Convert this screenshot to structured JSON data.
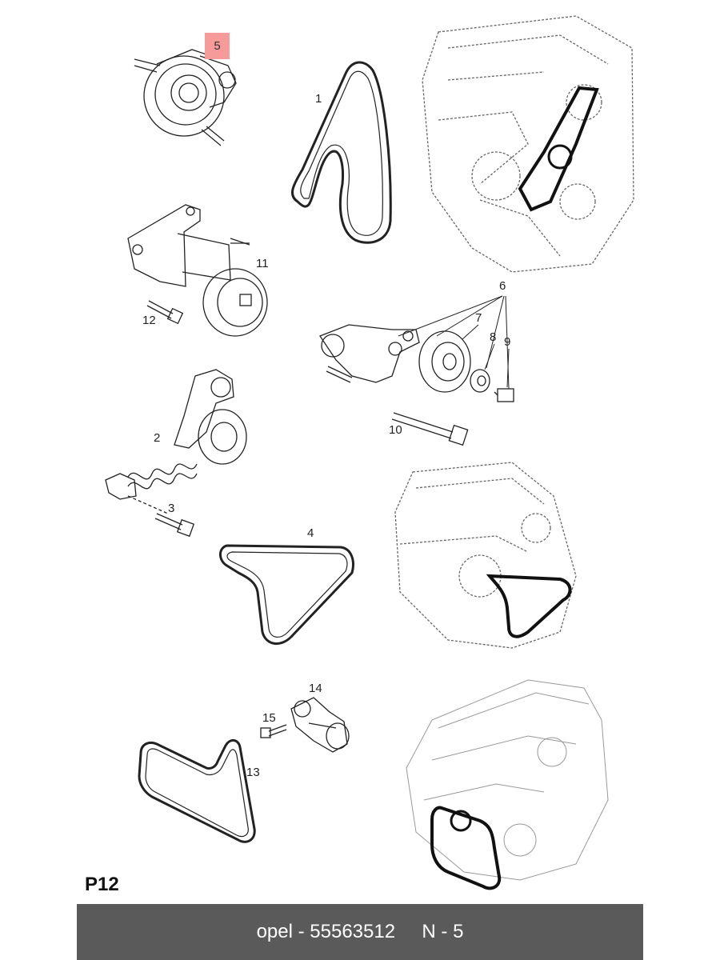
{
  "callouts": {
    "c1": "1",
    "c2": "2",
    "c3": "3",
    "c4": "4",
    "c5": "5",
    "c6": "6",
    "c7": "7",
    "c8": "8",
    "c9": "9",
    "c10": "10",
    "c11": "11",
    "c12": "12",
    "c13": "13",
    "c14": "14",
    "c15": "15"
  },
  "page_label": "P12",
  "footer": {
    "brand": "opel",
    "separator": " - ",
    "part_number": "55563512",
    "position_label": "N - 5"
  },
  "highlighted_callout": "5",
  "colors": {
    "highlight": "#f79a9a",
    "footer_bg": "#5a5a5a",
    "footer_text": "#ffffff",
    "line": "#222222"
  }
}
